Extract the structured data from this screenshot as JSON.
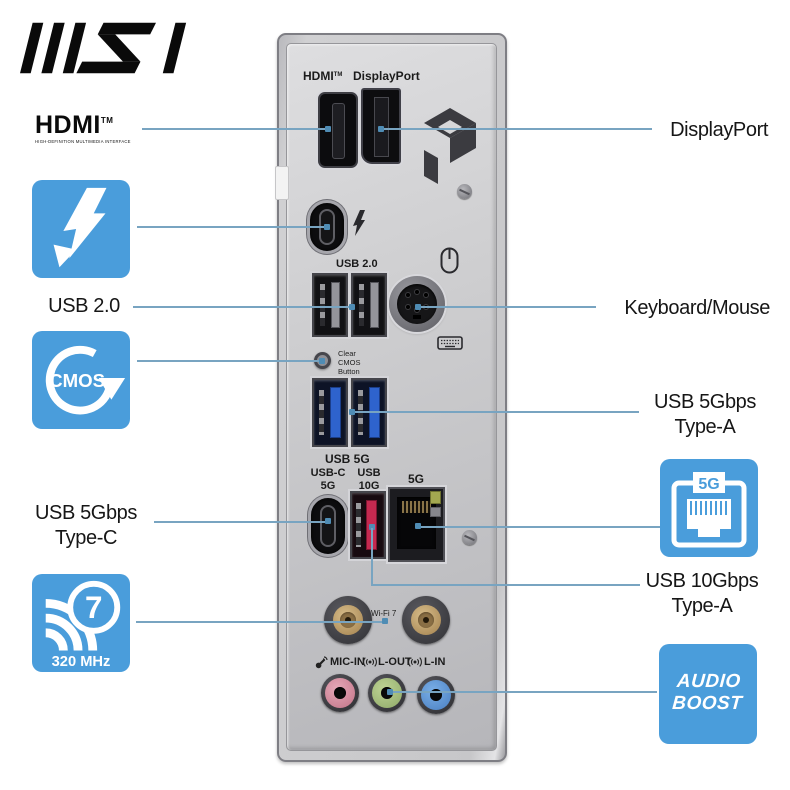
{
  "hdmi_badge": {
    "text": "HDMI",
    "tm": "TM",
    "caption": "HIGH-DEFINITION MULTIMEDIA INTERFACE"
  },
  "badges": {
    "cmos": {
      "label": "CMOS"
    },
    "wifi": {
      "number": "7",
      "freq": "320 MHz"
    },
    "lan": {
      "label": "5G"
    },
    "audio": {
      "line1": "AUDIO",
      "line2": "BOOST"
    }
  },
  "callouts": {
    "left": {
      "usb20": "USB 2.0",
      "usb5c": {
        "line1": "USB 5Gbps",
        "line2": "Type-C"
      }
    },
    "right": {
      "displayport": "DisplayPort",
      "keyboard_mouse": "Keyboard/Mouse",
      "usb5a": {
        "line1": "USB 5Gbps",
        "line2": "Type-A"
      },
      "usb10": {
        "line1": "USB 10Gbps",
        "line2": "Type-A"
      }
    }
  },
  "panel_print": {
    "hdmi": "HDMI",
    "hdmi_tm": "TM",
    "displayport": "DisplayPort",
    "usb20": "USB 2.0",
    "clear_cmos_1": "Clear",
    "clear_cmos_2": "CMOS",
    "clear_cmos_3": "Button",
    "usb5g": "USB 5G",
    "usbc_1": "USB-C",
    "usbc_2": "5G",
    "usb10_1": "USB",
    "usb10_2": "10G",
    "lan": "5G",
    "wifi": "Wi-Fi 7",
    "mic_in": "MIC-IN",
    "l_out": "L-OUT",
    "l_in": "L-IN"
  },
  "icons": {
    "msi_logo": "msi-logo",
    "thunderbolt": "thunderbolt-icon",
    "cmos_reset": "circular-arrow-icon",
    "wifi7": "wifi-signal-icon",
    "lan_jack": "rj45-icon",
    "mouse": "mouse-icon",
    "keyboard": "keyboard-icon",
    "mic": "microphone-icon",
    "speaker": "speaker-waves-icon"
  },
  "colors": {
    "accent_blue": "#4a9ddb",
    "line_blue": "#78a4c1",
    "usb3_blue": "#2e63cd",
    "usb10_red": "#c62950",
    "jack_pink": "#d98ca0",
    "jack_green": "#a9c17f",
    "jack_blue": "#5f97d8"
  }
}
